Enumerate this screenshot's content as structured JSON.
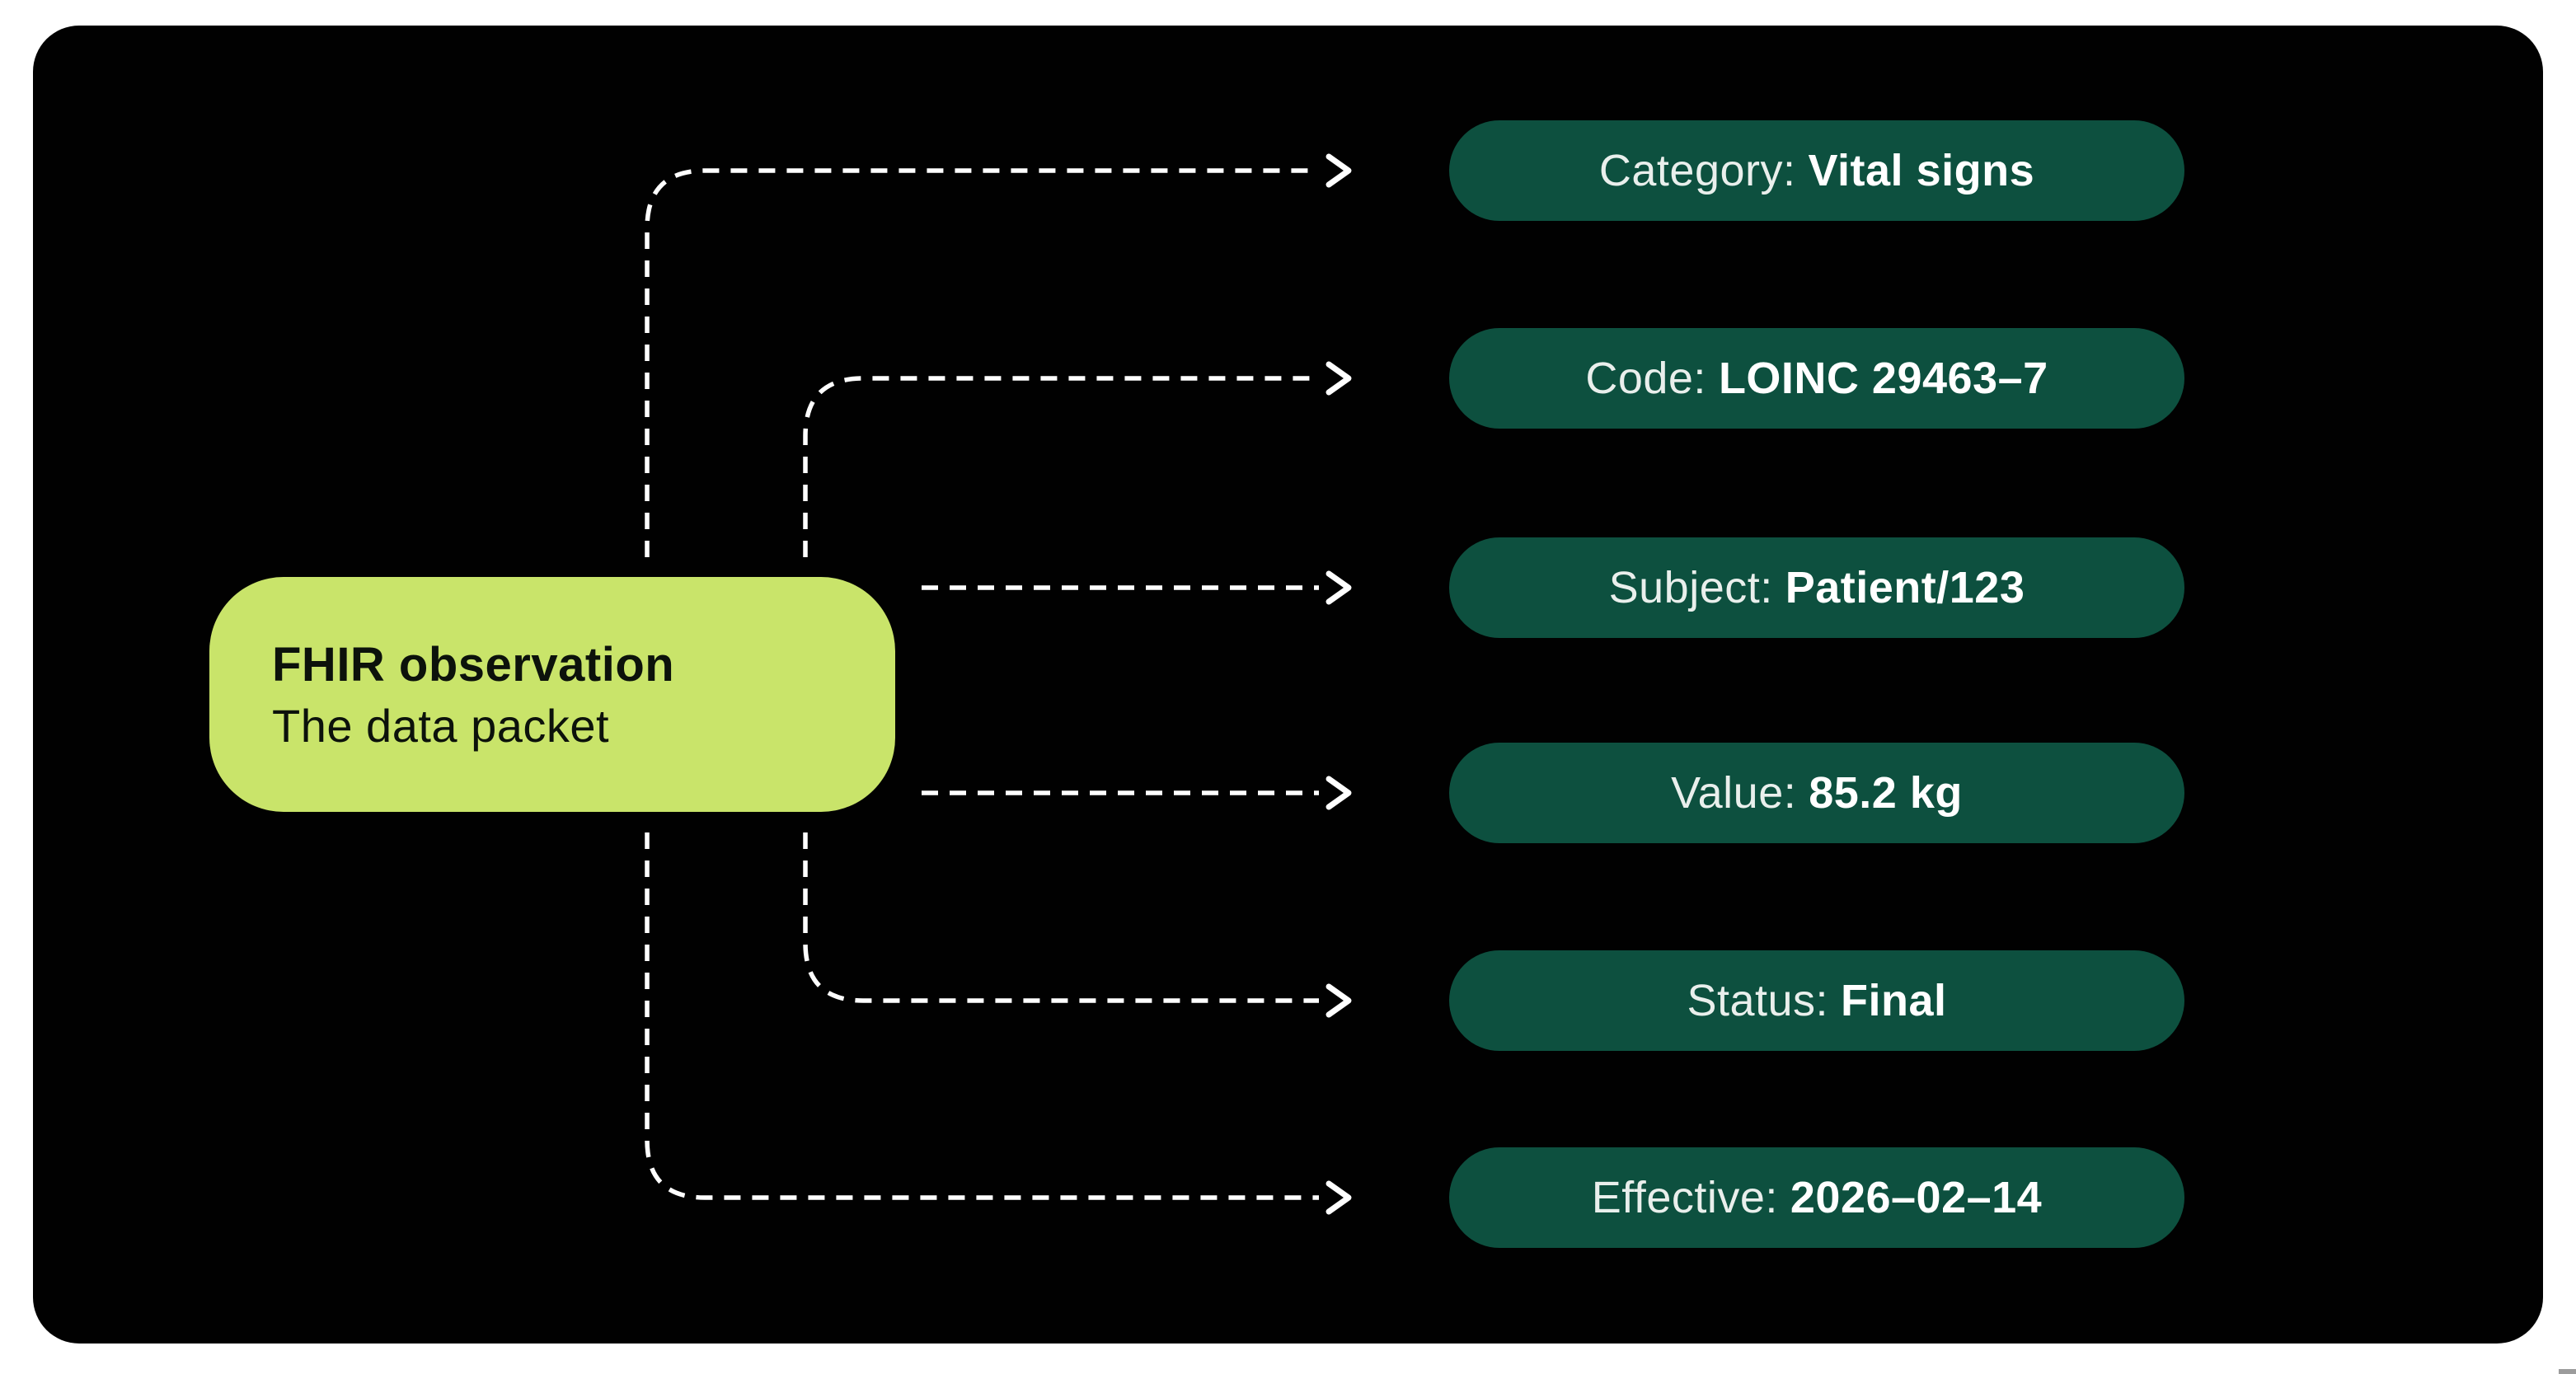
{
  "diagram": {
    "node": {
      "title": "FHIR observation",
      "subtitle": "The data packet"
    },
    "fields": [
      {
        "label": "Category:",
        "value": "Vital signs"
      },
      {
        "label": "Code:",
        "value": "LOINC 29463–7"
      },
      {
        "label": "Subject:",
        "value": "Patient/123"
      },
      {
        "label": "Value:",
        "value": "85.2 kg"
      },
      {
        "label": "Status:",
        "value": "Final"
      },
      {
        "label": "Effective:",
        "value": "2026–02–14"
      }
    ],
    "colors": {
      "page_bg": "#ffffff",
      "canvas_bg": "#010101",
      "node_fill": "#c9e46a",
      "node_text": "#0c120b",
      "pill_fill": "#0d503f",
      "pill_label_text": "#e9efec",
      "pill_value_text": "#ffffff",
      "connector": "#ffffff",
      "corner_chip": "#9c9c9c"
    }
  }
}
